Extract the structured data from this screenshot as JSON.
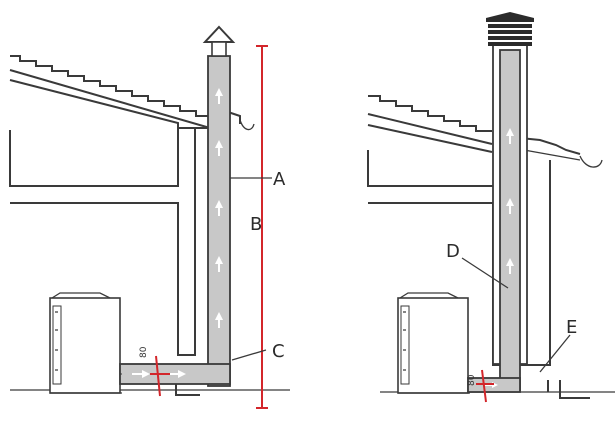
{
  "labels": {
    "a": "A",
    "b": "B",
    "c": "C",
    "d": "D",
    "e": "E"
  },
  "dimension_marks": {
    "left": "80",
    "right": "80"
  },
  "colors": {
    "pipe_fill": "#c8c8c8",
    "outline": "#3a3a3a",
    "measure_red": "#d3262b",
    "background": "#ffffff"
  }
}
